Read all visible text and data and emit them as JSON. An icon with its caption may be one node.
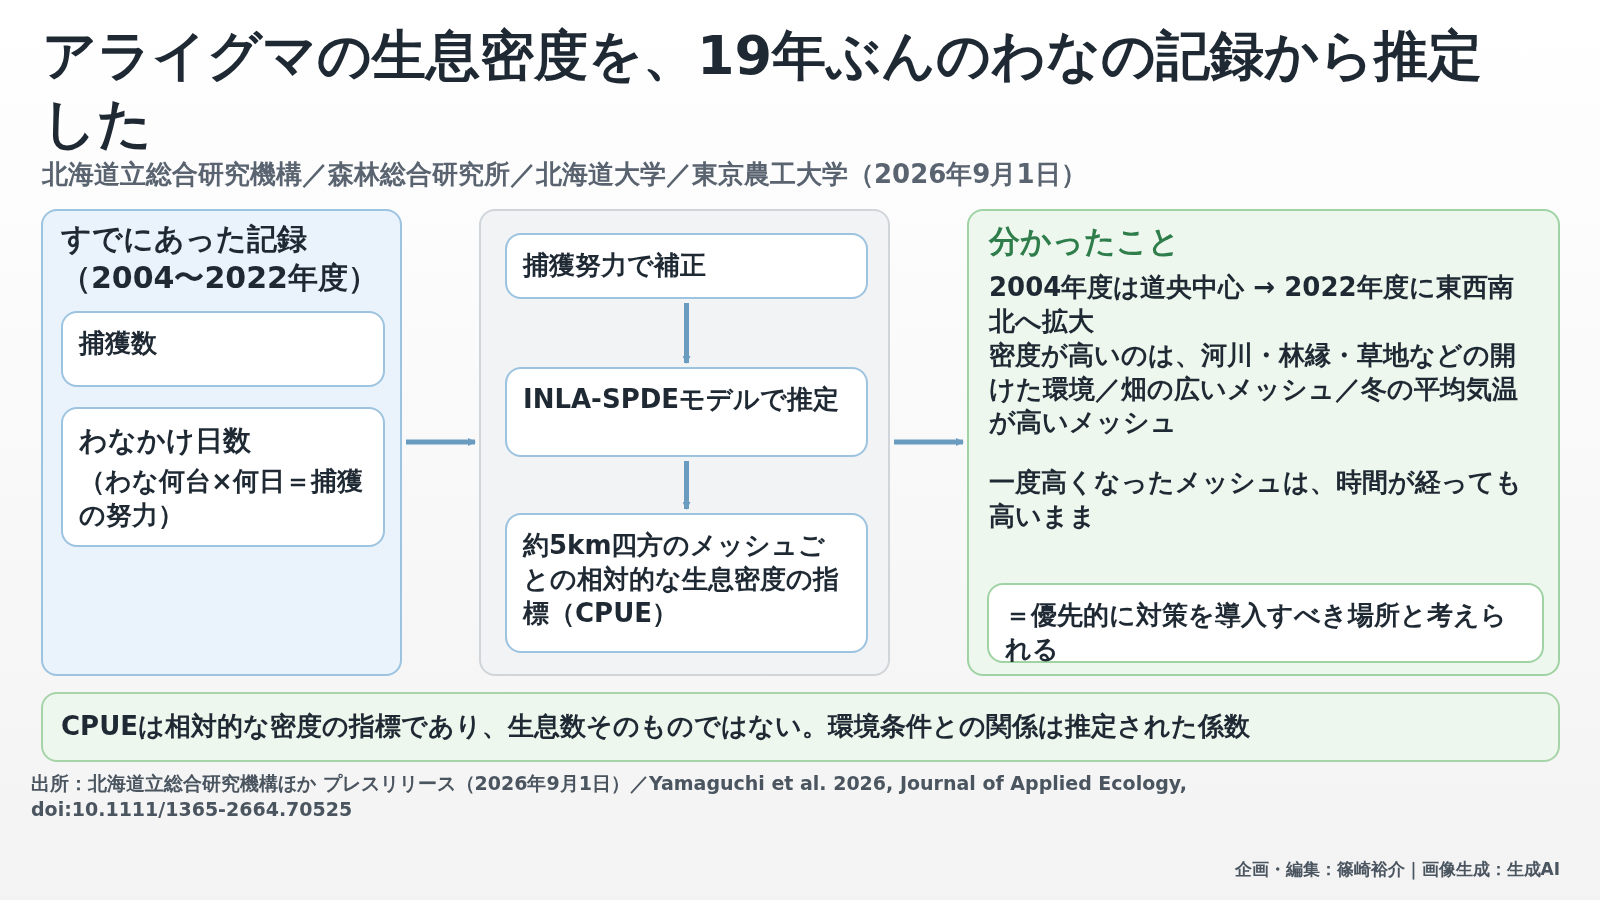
{
  "diagram": {
    "title": "アライグマの生息密度を、19年ぶんのわなの記録から推定した",
    "nodes": [
      {
        "text": [
          "すでにあった記録（2004〜2022年度）"
        ]
      },
      {
        "text": [
          "捕獲数"
        ],
        "in": 0
      },
      {
        "text": [
          "わなかけ日数",
          "（わな何台×何日＝捕獲の努力）"
        ],
        "in": 0
      },
      {
        "text": [],
        "shape": "box"
      },
      {
        "text": [
          "捕獲努力で補正"
        ],
        "in": 3
      },
      {
        "text": [
          "INLA-SPDEモデルで推定"
        ],
        "in": 3
      },
      {
        "text": [
          "約5km四方のメッシュごとの相対的な生息密度の指標（CPUE）"
        ],
        "in": 3
      },
      {
        "text": [
          "分かったこと",
          "2004年度は道央中心 → 2022年度に東西南北へ拡大",
          "密度が高いのは、河川・林縁・草地などの開けた環境／畑の広いメッシュ／冬の平均気温が高いメッシュ",
          "一度高くなったメッシュは、時間が経っても高いまま"
        ]
      },
      {
        "text": [
          "＝優先的に対策を導入すべき場所と考えられる"
        ],
        "in": 7
      },
      {
        "text": [
          "CPUEは相対的な密度の指標であり、生息数そのものではない。環境条件との関係は推定された係数"
        ]
      }
    ],
    "edges": [
      {
        "from": 0,
        "to": 3,
        "arrow": "to"
      },
      {
        "from": 4,
        "to": 5,
        "arrow": "to"
      },
      {
        "from": 5,
        "to": 6,
        "arrow": "to"
      },
      {
        "from": 3,
        "to": 7,
        "arrow": "to"
      }
    ],
    "labels": [
      "北海道立総合研究機構／森林総合研究所／北海道大学／東京農工大学（2026年9月1日）",
      "出所：北海道立総合研究機構ほか プレスリリース（2026年9月1日）／Yamaguchi et al. 2026, Journal of Applied Ecology, doi:10.1111/1365-2664.70525",
      "企画・編集：篠崎裕介｜画像生成：生成AI"
    ]
  }
}
